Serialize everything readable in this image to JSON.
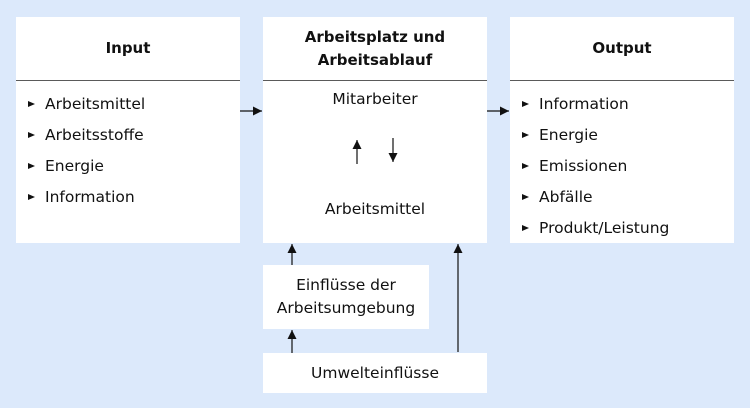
{
  "input": {
    "title": "Input",
    "items": [
      "Arbeitsmittel",
      "Arbeitsstoffe",
      "Energie",
      "Information"
    ]
  },
  "center": {
    "title_line1": "Arbeitsplatz und",
    "title_line2": "Arbeitsablauf",
    "top_label": "Mitarbeiter",
    "bottom_label": "Arbeitsmittel"
  },
  "output": {
    "title": "Output",
    "items": [
      "Information",
      "Energie",
      "Emissionen",
      "Abfälle",
      "Produkt/Leistung"
    ]
  },
  "environment_box": {
    "line1": "Einflüsse der",
    "line2": "Arbeitsumgebung"
  },
  "umwelt_box": {
    "label": "Umwelteinflüsse"
  },
  "colors": {
    "background": "#dce9fb",
    "box": "#ffffff",
    "line": "#111111"
  }
}
